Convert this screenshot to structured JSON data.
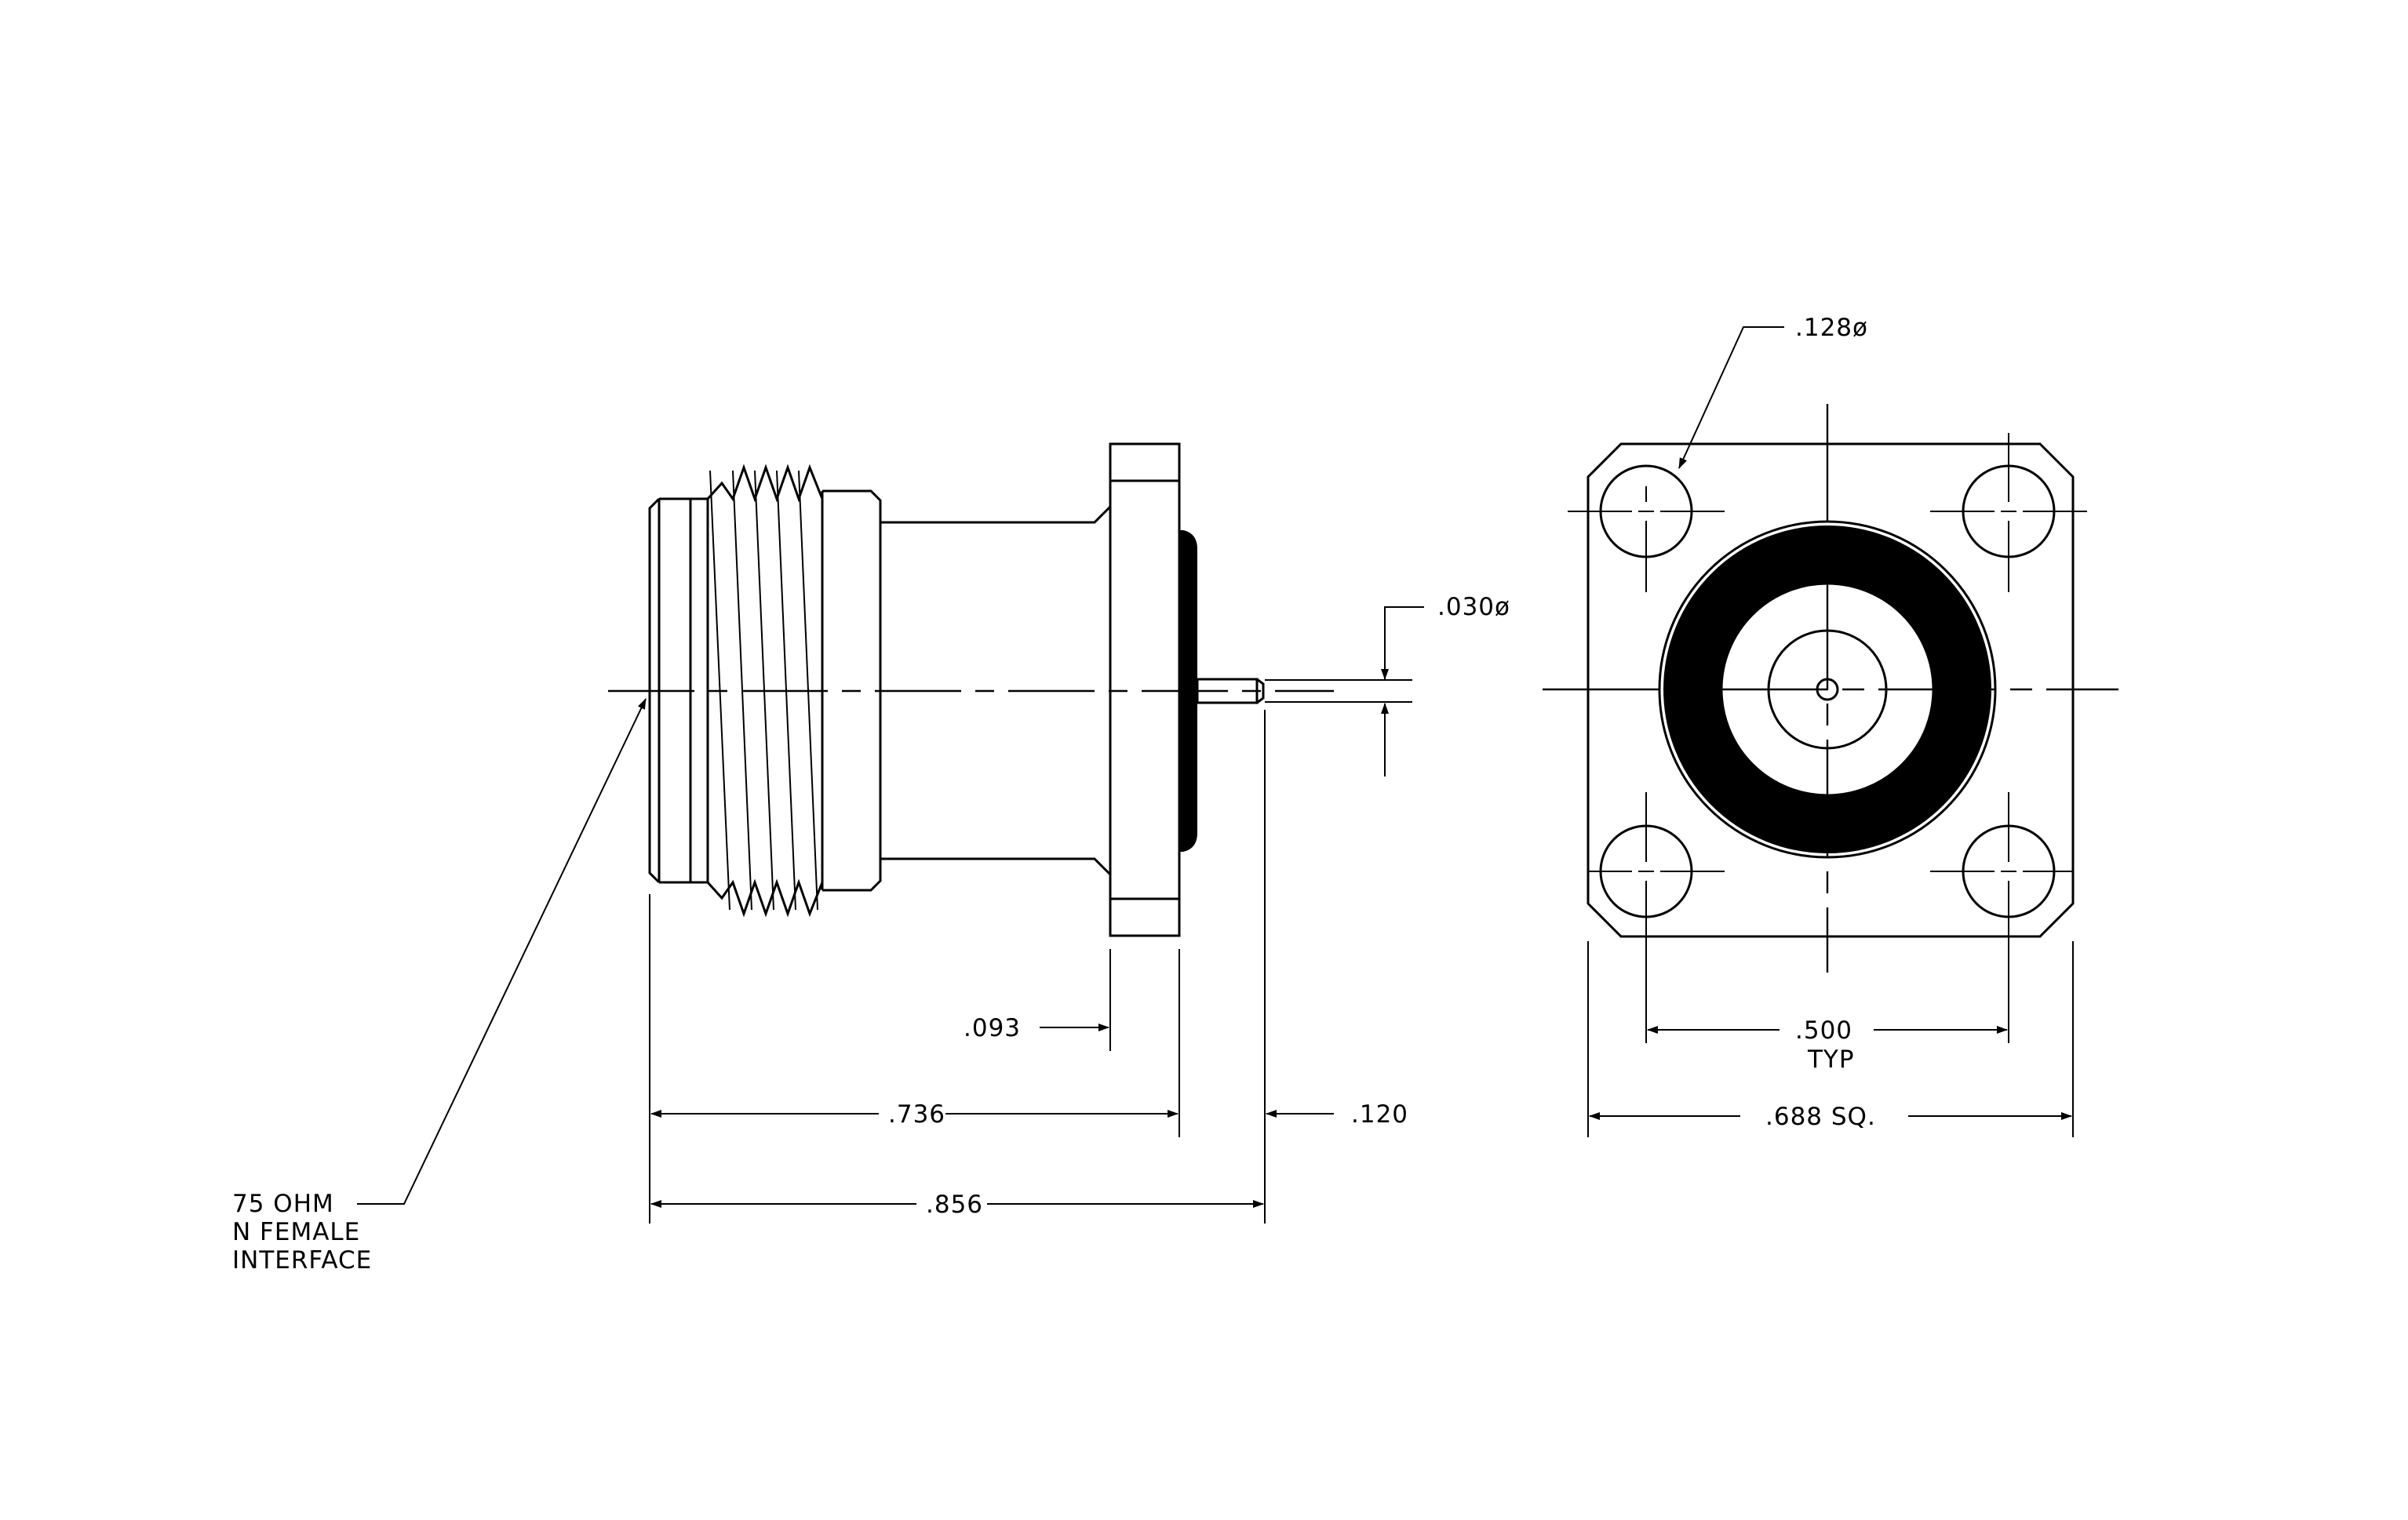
{
  "dimensions": {
    "hole_diameter": ".128ø",
    "pin_diameter": ".030ø",
    "flange_thickness": ".093",
    "body_to_flange": ".736",
    "pin_extension": ".120",
    "overall_length": ".856",
    "hole_spacing": ".500",
    "hole_spacing_note": "TYP",
    "flange_square": ".688 SQ."
  },
  "callout": {
    "line1": "75 OHM",
    "line2": "N FEMALE",
    "line3": "INTERFACE"
  },
  "views": [
    "side-view",
    "front-view"
  ]
}
